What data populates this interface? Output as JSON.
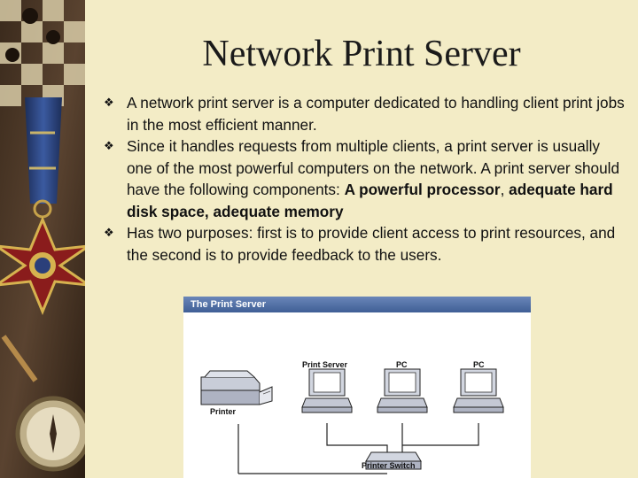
{
  "slide": {
    "title": "Network Print Server",
    "bullets": [
      {
        "text": "A network print server is a computer dedicated to handling client print jobs in the most efficient manner."
      },
      {
        "text_plain": "Since it handles requests from multiple clients, a print server is usually one of the most powerful computers on the network. A print server should have the following components: ",
        "bold_1": "A powerful processor",
        "sep_1": ", ",
        "bold_2": "adequate hard disk space, adequate memory"
      },
      {
        "text": "Has two purposes: first is to provide client access to print resources, and the second is to provide feedback to the users."
      }
    ],
    "bullet_icon": "diamond-bullet-icon"
  },
  "figure": {
    "title": "The Print Server",
    "labels": {
      "printer": "Printer",
      "print_server": "Print Server",
      "pc1": "PC",
      "pc2": "PC",
      "switch": "Printer Switch"
    }
  },
  "colors": {
    "background": "#f3ecc6",
    "figure_header": "#4a6aa3"
  }
}
